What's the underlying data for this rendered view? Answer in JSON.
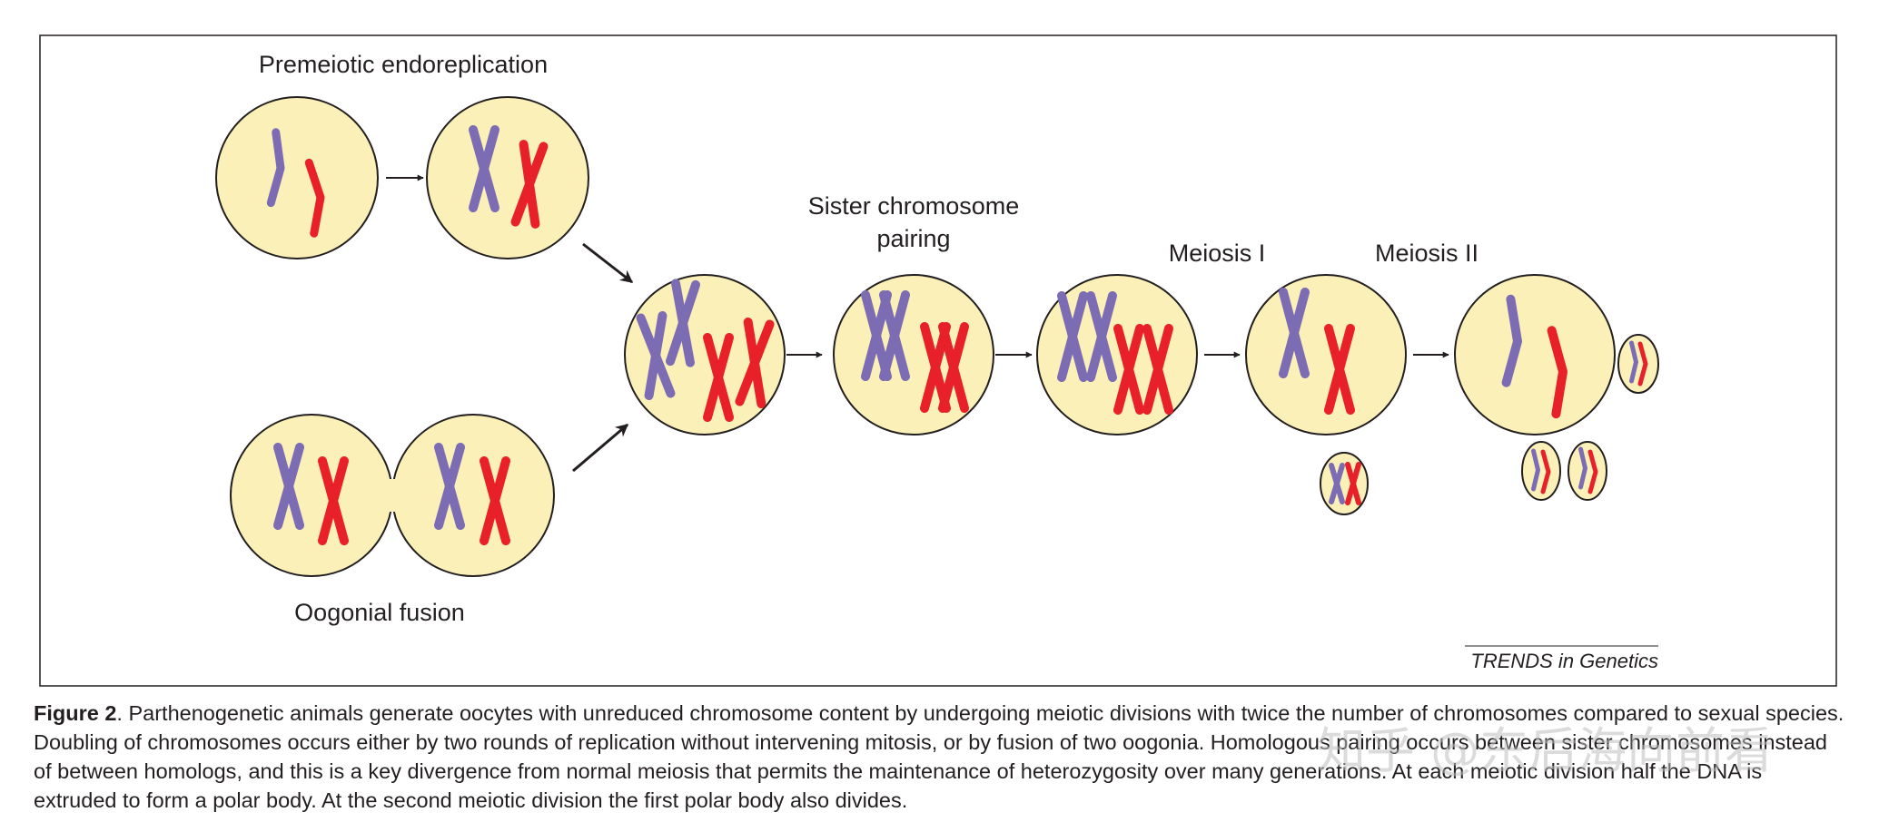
{
  "labels": {
    "premeiotic": "Premeiotic endoreplication",
    "oogonial": "Oogonial fusion",
    "sister_line1": "Sister chromosome",
    "sister_line2": "pairing",
    "meiosis1": "Meiosis I",
    "meiosis2": "Meiosis II",
    "credit": "TRENDS in Genetics"
  },
  "caption": {
    "figure_label": "Figure 2",
    "text": ".  Parthenogenetic animals generate oocytes with unreduced chromosome content by undergoing meiotic divisions with twice the number of chromosomes compared to sexual species. Doubling of chromosomes occurs either by two rounds of replication without intervening mitosis, or by fusion of two oogonia. Homologous pairing occurs between sister chromosomes instead of between homologs, and this is a key divergence from normal meiosis that permits the maintenance of heterozygosity over many generations. At each meiotic division half the DNA is extruded to form a polar body. At the second meiotic division the first polar body also divides."
  },
  "watermark": "知乎 @东后海向前看",
  "colors": {
    "cell_fill": "#fbf1b8",
    "cell_stroke": "#231f20",
    "chromosome_blue": "#7b6cb4",
    "chromosome_red": "#e8202a",
    "frame": "#231f20"
  }
}
